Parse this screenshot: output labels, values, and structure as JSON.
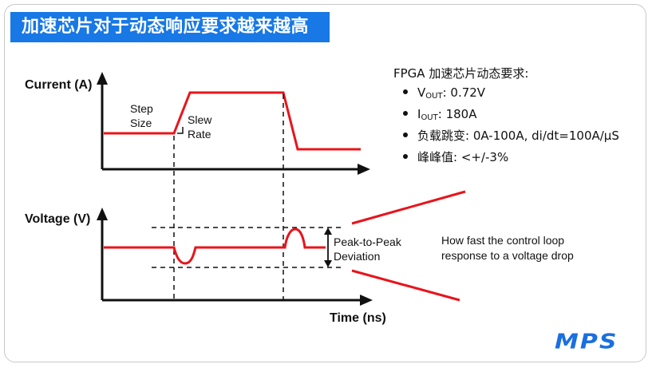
{
  "title": "加速芯片对于动态响应要求越来越高",
  "requirements": {
    "heading": "FPGA 加速芯片动态要求:",
    "items": [
      {
        "main": "V",
        "sub": "OUT",
        "rest": ": 0.72V"
      },
      {
        "main": "I",
        "sub": "OUT",
        "rest": ": 180A"
      },
      {
        "main": "负载跳变: 0A-100A, di/dt=100A/μS",
        "sub": "",
        "rest": ""
      },
      {
        "main": "峰峰值: <+/-3%",
        "sub": "",
        "rest": ""
      }
    ]
  },
  "diagram": {
    "current_label": "Current (A)",
    "voltage_label": "Voltage (V)",
    "time_label": "Time (ns)",
    "step_size_line1": "Step",
    "step_size_line2": "Size",
    "slew_rate_line1": "Slew",
    "slew_rate_line2": "Rate",
    "p2p_line1": "Peak-to-Peak",
    "p2p_line2": "Deviation",
    "note": "How fast the control loop response to a voltage drop"
  },
  "logo": "MPS",
  "colors": {
    "accent": "#1778e6",
    "waveform": "#e8141b",
    "axis": "#111111"
  }
}
